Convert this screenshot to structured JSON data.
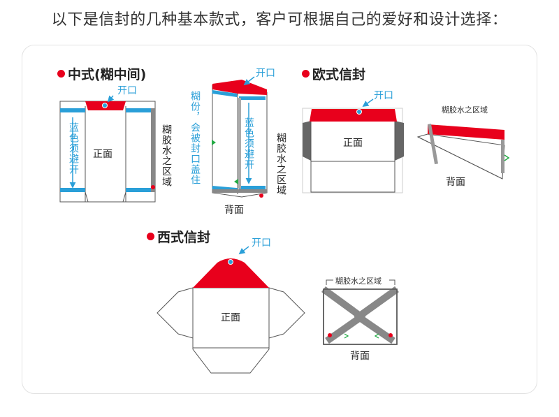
{
  "header": "以下是信封的几种基本款式，客户可根据自己的爱好和设计选择：",
  "colors": {
    "red": "#e8001c",
    "blue": "#2a9fd8",
    "green": "#22aa44",
    "gray": "#777777",
    "title": "#222222"
  },
  "sections": {
    "chinese": {
      "title": "中式(糊中间)",
      "front_opening": "开口",
      "front_blue_note": "蓝色须避开",
      "front_label": "正面",
      "front_glue_area": "糊胶水之区域",
      "back_opening": "开口",
      "back_glue_note": "糊份，会被封口盖住",
      "back_blue_note": "蓝色须避开",
      "back_glue_area": "糊胶水之区域",
      "back_label": "背面"
    },
    "european": {
      "title": "欧式信封",
      "opening": "开口",
      "front_label": "正面",
      "glue_area": "糊胶水之区域",
      "back_label": "背面"
    },
    "western": {
      "title": "西式信封",
      "opening": "开口",
      "front_label": "正面",
      "glue_area": "糊胶水之区域",
      "back_label": "背面"
    }
  }
}
